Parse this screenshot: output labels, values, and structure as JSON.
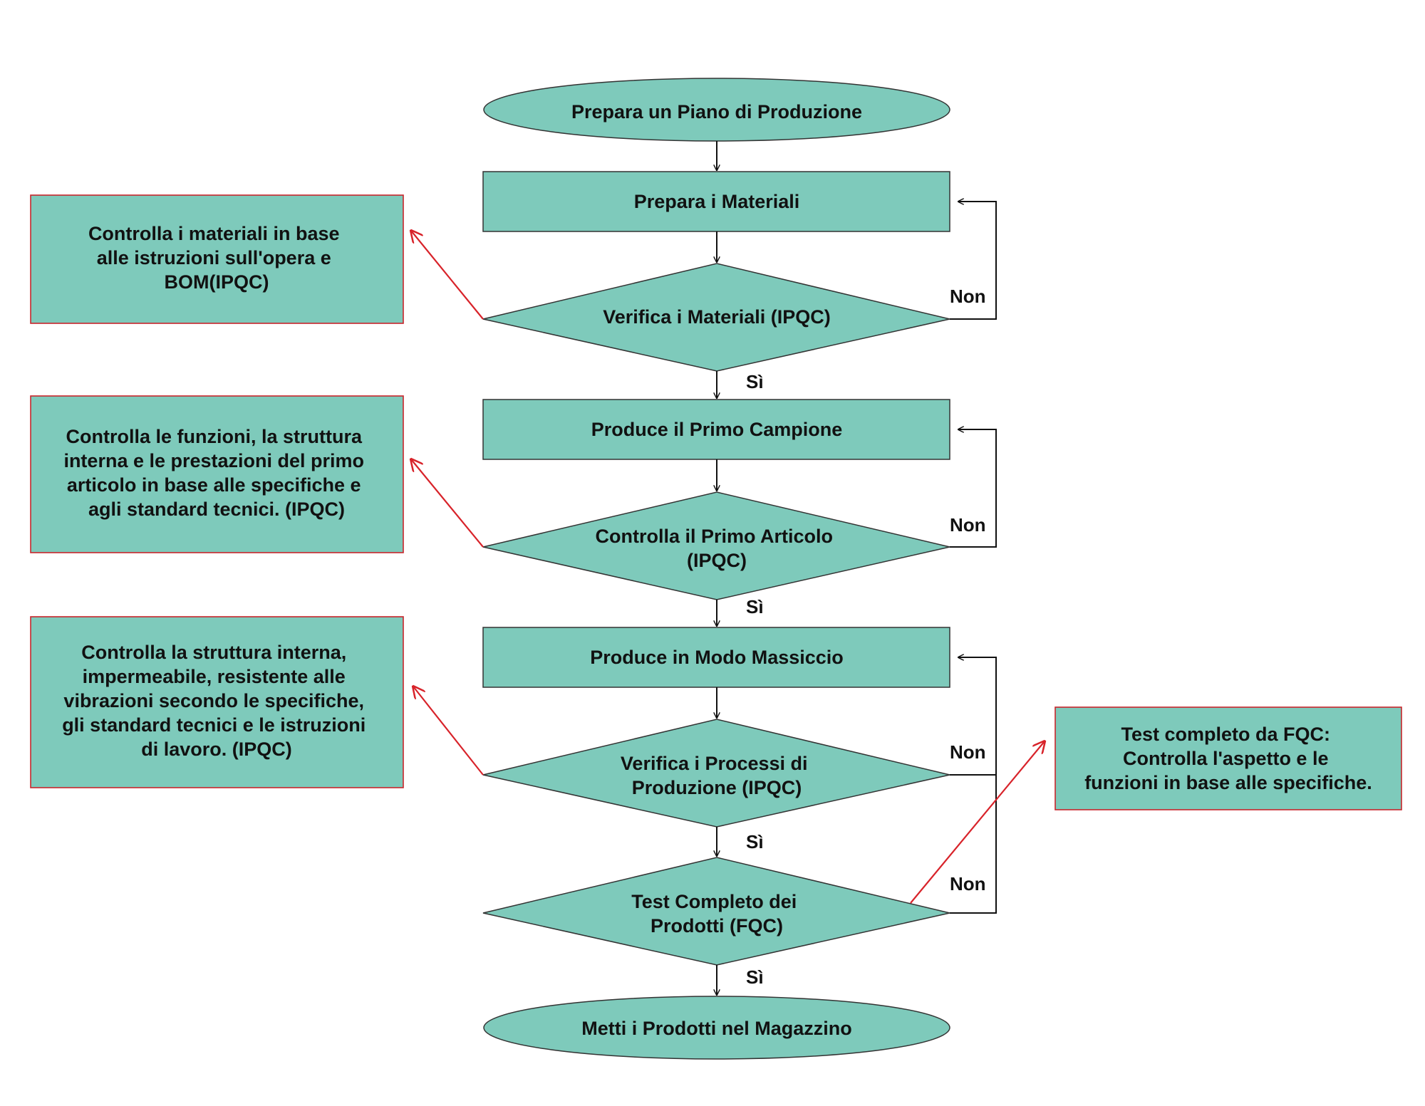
{
  "colors": {
    "shape_fill": "#7ecabb",
    "shape_stroke": "#333333",
    "note_stroke": "#c8262c",
    "note_arrow": "#d8232a",
    "flow_line": "#111111"
  },
  "nodes": {
    "start": [
      "Prepara un Piano di Produzione"
    ],
    "prepare_materials": [
      "Prepara i Materiali"
    ],
    "verify_materials": [
      "Verifica i Materiali (IPQC)"
    ],
    "first_sample": [
      "Produce il Primo Campione"
    ],
    "check_first_article": [
      "Controlla il Primo Articolo",
      "(IPQC)"
    ],
    "mass_production": [
      "Produce in Modo Massiccio"
    ],
    "verify_processes": [
      "Verifica i Processi di",
      "Produzione (IPQC)"
    ],
    "full_test": [
      "Test Completo dei",
      "Prodotti (FQC)"
    ],
    "end": [
      "Metti i Prodotti nel Magazzino"
    ]
  },
  "notes": {
    "materials": [
      "Controlla i materiali in base",
      "alle istruzioni sull'opera e",
      "BOM(IPQC)"
    ],
    "first_article": [
      "Controlla le funzioni, la struttura",
      "interna e le prestazioni del primo",
      "articolo in base alle specifiche e",
      "agli standard tecnici. (IPQC)"
    ],
    "processes": [
      "Controlla la struttura interna,",
      "impermeabile, resistente alle",
      "vibrazioni secondo le specifiche,",
      "gli standard tecnici e le istruzioni",
      "di lavoro. (IPQC)"
    ],
    "fqc": [
      "Test completo da FQC:",
      "Controlla l'aspetto e le",
      "funzioni in base alle specifiche."
    ]
  },
  "labels": {
    "yes": "Sì",
    "no": "Non"
  }
}
